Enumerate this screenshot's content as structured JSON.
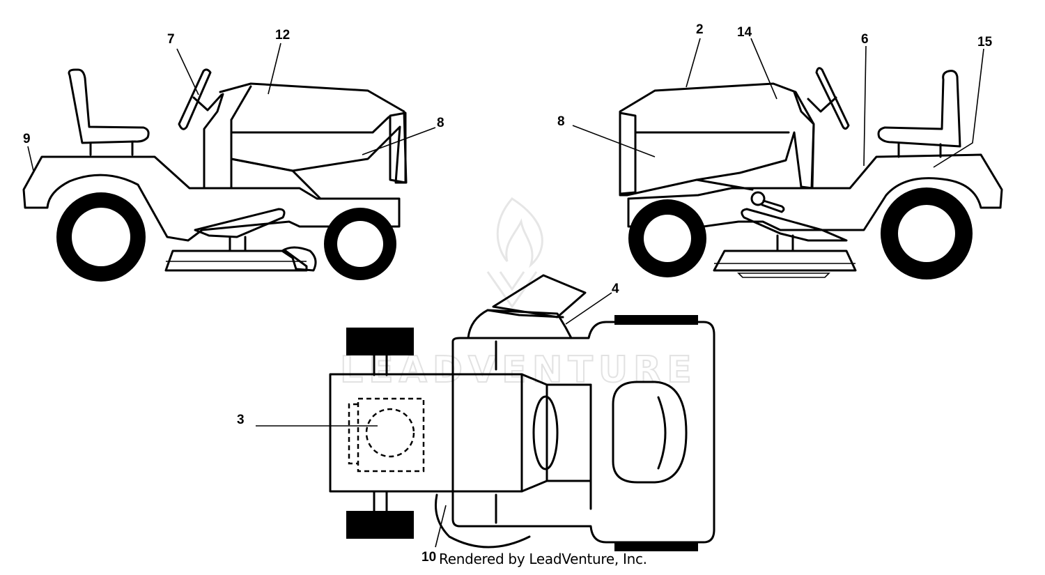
{
  "watermark": {
    "text": "LEADVENTURE"
  },
  "credit": "Rendered by LeadVenture, Inc.",
  "callouts": {
    "left_view": {
      "c7": "7",
      "c12": "12",
      "c8": "8",
      "c9": "9"
    },
    "right_view": {
      "c2": "2",
      "c14": "14",
      "c6": "6",
      "c15": "15",
      "c8": "8"
    },
    "top_view": {
      "c4": "4",
      "c3": "3",
      "c10": "10"
    }
  }
}
